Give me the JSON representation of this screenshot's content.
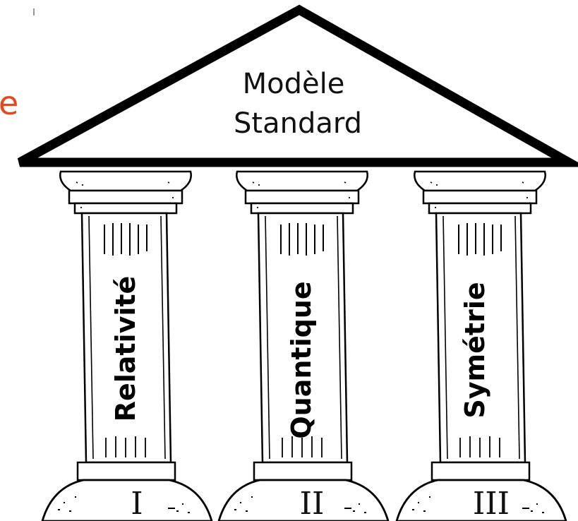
{
  "roof": {
    "line1": "Modèle",
    "line2": "Standard"
  },
  "pillars": [
    {
      "label": "Relativité",
      "numeral": "I"
    },
    {
      "label": "Quantique",
      "numeral": "II"
    },
    {
      "label": "Symétrie",
      "numeral": "III"
    }
  ],
  "left_fragment": "e",
  "colors": {
    "accent": "#e8471c",
    "ink": "#000000"
  }
}
